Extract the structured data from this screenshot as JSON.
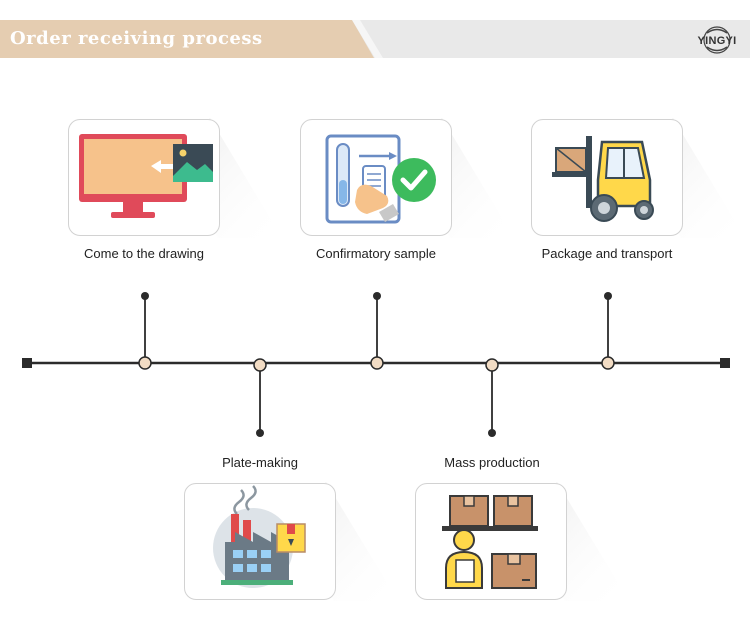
{
  "header": {
    "title": "Order receiving process",
    "band_color": "#e5cdb1",
    "band_secondary_color": "#e8e8e8",
    "logo_text": "YINGYI"
  },
  "colors": {
    "timeline": "#2b2b2b",
    "node_fill": "#f2dcc4",
    "accent_orange": "#f6c28b",
    "accent_green": "#3dbb5d",
    "accent_red": "#e04a4a",
    "accent_yellow": "#ffd84a",
    "accent_brown": "#b98c67"
  },
  "steps": [
    {
      "label": "Come to the drawing",
      "icon": "monitor-image-icon"
    },
    {
      "label": "Plate-making",
      "icon": "factory-icon"
    },
    {
      "label": "Confirmatory sample",
      "icon": "sample-check-icon"
    },
    {
      "label": "Mass production",
      "icon": "worker-boxes-icon"
    },
    {
      "label": "Package and transport",
      "icon": "forklift-icon"
    }
  ]
}
